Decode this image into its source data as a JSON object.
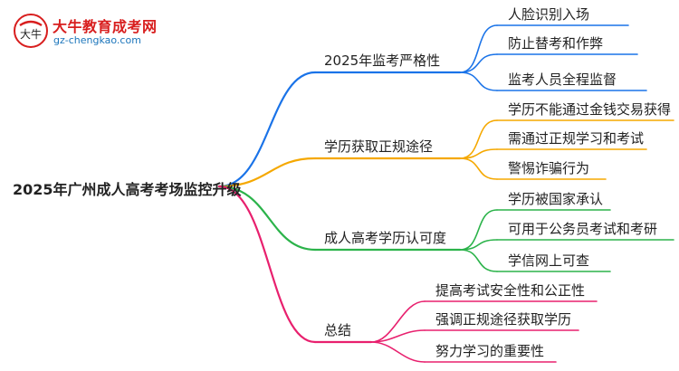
{
  "logo": {
    "title": "大牛教育成考网",
    "url": "gz-chengkao.com",
    "mark_text": "大牛"
  },
  "root": "2025年广州成人高考考场监控升级",
  "colors": {
    "blue": "#1a73e8",
    "orange": "#f5a800",
    "green": "#2bb34a",
    "pink": "#e8206e"
  },
  "branches": [
    {
      "label": "2025年监考严格性",
      "color": "blue",
      "children": [
        "人脸识别入场",
        "防止替考和作弊",
        "监考人员全程监督"
      ]
    },
    {
      "label": "学历获取正规途径",
      "color": "orange",
      "children": [
        "学历不能通过金钱交易获得",
        "需通过正规学习和考试",
        "警惕诈骗行为"
      ]
    },
    {
      "label": "成人高考学历认可度",
      "color": "green",
      "children": [
        "学历被国家承认",
        "可用于公务员考试和考研",
        "学信网上可查"
      ]
    },
    {
      "label": "总结",
      "color": "pink",
      "children": [
        "提高考试安全性和公正性",
        "强调正规途径获取学历",
        "努力学习的重要性"
      ]
    }
  ]
}
